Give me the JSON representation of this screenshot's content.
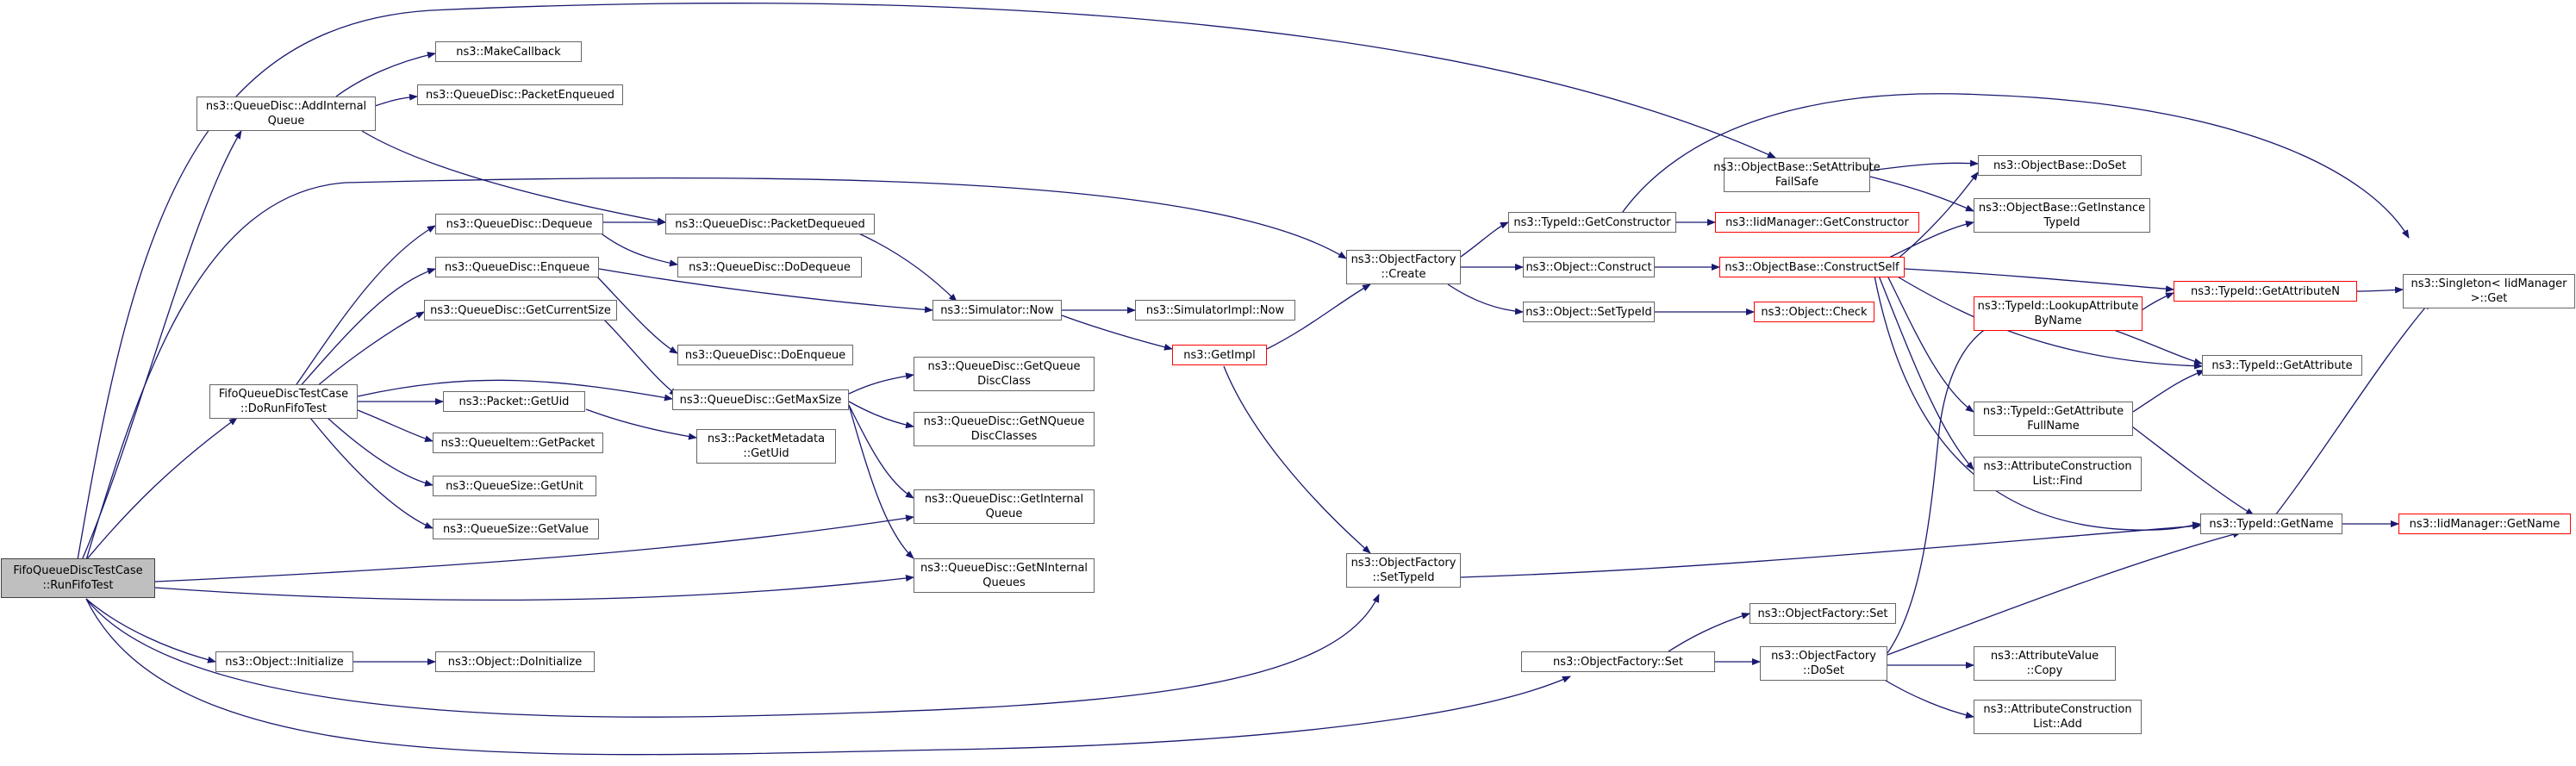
{
  "colors": {
    "edge": "#191970",
    "node_border": "#666666",
    "truncated_border": "#ff0000",
    "root_fill": "#bfbfbf"
  },
  "nodes": {
    "root": {
      "line1": "FifoQueueDiscTestCase",
      "line2": "::RunFifoTest"
    },
    "add_internal_queue": {
      "line1": "ns3::QueueDisc::AddInternal",
      "line2": "Queue"
    },
    "make_callback": {
      "line1": "ns3::MakeCallback"
    },
    "packet_enqueued": {
      "line1": "ns3::QueueDisc::PacketEnqueued"
    },
    "qd_dequeue": {
      "line1": "ns3::QueueDisc::Dequeue"
    },
    "packet_dequeued": {
      "line1": "ns3::QueueDisc::PacketDequeued"
    },
    "do_dequeue": {
      "line1": "ns3::QueueDisc::DoDequeue"
    },
    "qd_enqueue": {
      "line1": "ns3::QueueDisc::Enqueue"
    },
    "do_enqueue": {
      "line1": "ns3::QueueDisc::DoEnqueue"
    },
    "get_current_size": {
      "line1": "ns3::QueueDisc::GetCurrentSize"
    },
    "do_run_fifo": {
      "line1": "FifoQueueDiscTestCase",
      "line2": "::DoRunFifoTest"
    },
    "get_max_size": {
      "line1": "ns3::QueueDisc::GetMaxSize"
    },
    "packet_get_uid": {
      "line1": "ns3::Packet::GetUid"
    },
    "queue_item_get_packet": {
      "line1": "ns3::QueueItem::GetPacket"
    },
    "packet_metadata_get_uid": {
      "line1": "ns3::PacketMetadata",
      "line2": "::GetUid"
    },
    "queue_size_get_unit": {
      "line1": "ns3::QueueSize::GetUnit"
    },
    "queue_size_get_value": {
      "line1": "ns3::QueueSize::GetValue"
    },
    "get_queue_disc_class": {
      "line1": "ns3::QueueDisc::GetQueue",
      "line2": "DiscClass"
    },
    "get_n_queue_disc_classes": {
      "line1": "ns3::QueueDisc::GetNQueue",
      "line2": "DiscClasses"
    },
    "get_internal_queue": {
      "line1": "ns3::QueueDisc::GetInternal",
      "line2": "Queue"
    },
    "get_n_internal_queues": {
      "line1": "ns3::QueueDisc::GetNInternal",
      "line2": "Queues"
    },
    "simulator_now": {
      "line1": "ns3::Simulator::Now"
    },
    "simulator_impl_now": {
      "line1": "ns3::SimulatorImpl::Now"
    },
    "get_impl": {
      "line1": "ns3::GetImpl"
    },
    "object_initialize": {
      "line1": "ns3::Object::Initialize"
    },
    "object_do_initialize": {
      "line1": "ns3::Object::DoInitialize"
    },
    "object_factory_create": {
      "line1": "ns3::ObjectFactory",
      "line2": "::Create"
    },
    "object_factory_set_type_id": {
      "line1": "ns3::ObjectFactory",
      "line2": "::SetTypeId"
    },
    "typeid_get_constructor": {
      "line1": "ns3::TypeId::GetConstructor"
    },
    "iid_manager_get_constructor": {
      "line1": "ns3::IidManager::GetConstructor"
    },
    "object_construct": {
      "line1": "ns3::Object::Construct"
    },
    "object_set_type_id": {
      "line1": "ns3::Object::SetTypeId"
    },
    "object_check": {
      "line1": "ns3::Object::Check"
    },
    "object_base_construct_self": {
      "line1": "ns3::ObjectBase::ConstructSelf"
    },
    "set_attribute_fail_safe": {
      "line1": "ns3::ObjectBase::SetAttribute",
      "line2": "FailSafe"
    },
    "object_base_do_set": {
      "line1": "ns3::ObjectBase::DoSet"
    },
    "object_base_get_instance_type_id": {
      "line1": "ns3::ObjectBase::GetInstance",
      "line2": "TypeId"
    },
    "typeid_get_attribute_n": {
      "line1": "ns3::TypeId::GetAttributeN"
    },
    "typeid_lookup_attribute_by_name": {
      "line1": "ns3::TypeId::LookupAttribute",
      "line2": "ByName"
    },
    "typeid_get_attribute": {
      "line1": "ns3::TypeId::GetAttribute"
    },
    "typeid_get_attribute_full_name": {
      "line1": "ns3::TypeId::GetAttribute",
      "line2": "FullName"
    },
    "attribute_construction_list_find": {
      "line1": "ns3::AttributeConstruction",
      "line2": "List::Find"
    },
    "typeid_get_name": {
      "line1": "ns3::TypeId::GetName"
    },
    "iid_manager_get_name": {
      "line1": "ns3::IidManager::GetName"
    },
    "singleton_get": {
      "line1": "ns3::Singleton< IidManager",
      "line2": ">::Get"
    },
    "object_factory_set_top": {
      "line1": "ns3::ObjectFactory::Set"
    },
    "object_factory_set": {
      "line1": "ns3::ObjectFactory::Set"
    },
    "object_factory_do_set": {
      "line1": "ns3::ObjectFactory",
      "line2": "::DoSet"
    },
    "attribute_value_copy": {
      "line1": "ns3::AttributeValue",
      "line2": "::Copy"
    },
    "attribute_construction_list_add": {
      "line1": "ns3::AttributeConstruction",
      "line2": "List::Add"
    }
  }
}
